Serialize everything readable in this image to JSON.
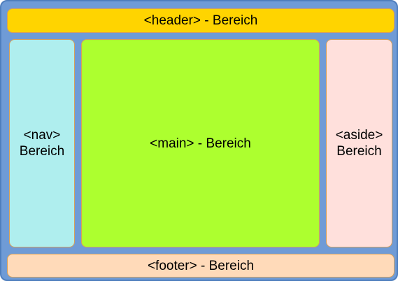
{
  "diagram": {
    "header": {
      "label": "<header> - Bereich",
      "color": "#ffd400"
    },
    "nav": {
      "label": "<nav>\nBereich",
      "color": "#afeeee"
    },
    "main": {
      "label": "<main> - Bereich",
      "color": "#adff2f"
    },
    "aside": {
      "label": "<aside>\nBereich",
      "color": "#ffe0dc"
    },
    "footer": {
      "label": "<footer> - Bereich",
      "color": "#ffdab9"
    },
    "frame_color": "#6f9bd6"
  }
}
